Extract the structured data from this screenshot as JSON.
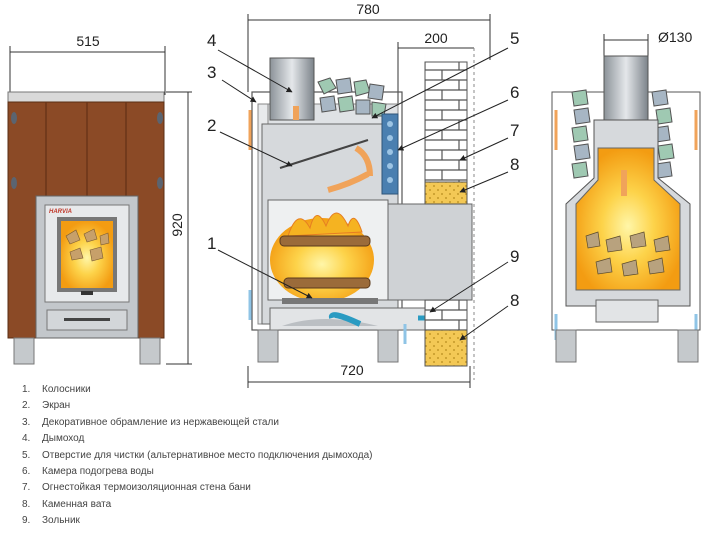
{
  "dimensions": {
    "front_width": "515",
    "height": "920",
    "side_depth_top": "780",
    "chimney_offset": "200",
    "side_depth_bottom": "720",
    "chimney_diameter": "Ø130"
  },
  "brand": "HARVIA",
  "callouts": [
    "4",
    "3",
    "2",
    "1",
    "5",
    "6",
    "7",
    "8",
    "9",
    "8"
  ],
  "legend": [
    {
      "num": "1.",
      "text": "Колосники"
    },
    {
      "num": "2.",
      "text": "Экран"
    },
    {
      "num": "3.",
      "text": "Декоративное обрамление из нержавеющей стали"
    },
    {
      "num": "4.",
      "text": "Дымоход"
    },
    {
      "num": "5.",
      "text": "Отверстие для чистки (альтернативное место подключения дымохода)"
    },
    {
      "num": "6.",
      "text": "Камера подогрева воды"
    },
    {
      "num": "7.",
      "text": "Огнестойкая термоизоляционная стена бани"
    },
    {
      "num": "8.",
      "text": "Каменная вата"
    },
    {
      "num": "9.",
      "text": "Зольник"
    }
  ],
  "colors": {
    "casing_brown": "#8b4a26",
    "steel": "#c8ccd0",
    "steel_dark": "#8e969d",
    "fire_orange": "#f7a21b",
    "fire_yellow": "#fde36a",
    "brick": "#ffffff",
    "wool": "#f2c75a",
    "cool_air": "#8fc4e6",
    "warm_air": "#f0a35a",
    "water": "#4a7fb0"
  }
}
